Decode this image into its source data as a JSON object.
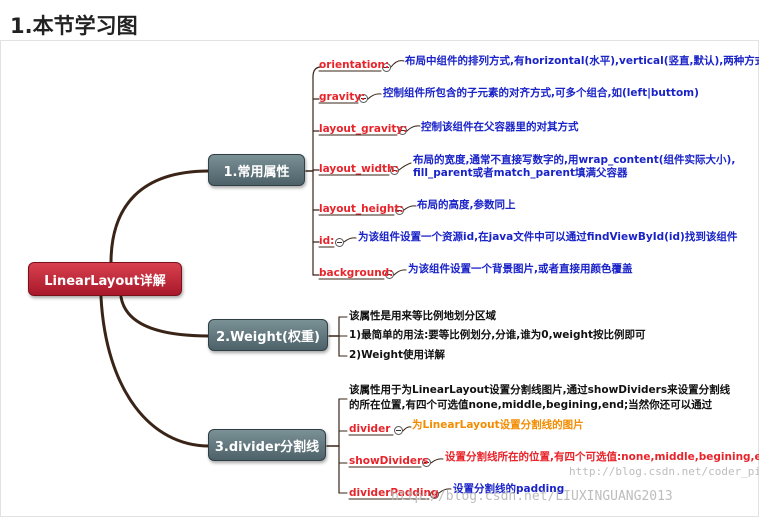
{
  "title": "1.本节学习图",
  "root": "LinearLayout详解",
  "branches": [
    {
      "label": "1.常用属性"
    },
    {
      "label": "2.Weight(权重)"
    },
    {
      "label": "3.divider分割线"
    }
  ],
  "attrs": [
    {
      "key": "orientation:",
      "desc": "布局中组件的排列方式,有horizontal(水平),vertical(竖直,默认),两种方式"
    },
    {
      "key": "gravity:",
      "desc": "控制组件所包含的子元素的对齐方式,可多个组合,如(left|buttom)"
    },
    {
      "key": "layout_gravity:",
      "desc": "控制该组件在父容器里的对其方式"
    },
    {
      "key": "layout_width:",
      "desc": "布局的宽度,通常不直接写数字的,用wrap_content(组件实际大小),",
      "desc2": "fill_parent或者match_parent填满父容器"
    },
    {
      "key": "layout_height:",
      "desc": "布局的高度,参数同上"
    },
    {
      "key": "id:",
      "desc": "为该组件设置一个资源id,在java文件中可以通过findViewById(id)找到该组件"
    },
    {
      "key": "background:",
      "desc": "为该组件设置一个背景图片,或者直接用颜色覆盖"
    }
  ],
  "weight_items": [
    "该属性是用来等比例地划分区域",
    "1)最简单的用法:要等比例划分,分谁,谁为0,weight按比例即可",
    "2)Weight使用详解"
  ],
  "divider_intro": [
    "该属性用于为LinearLayout设置分割线图片,通过showDividers来设置分割线",
    "的所在位置,有四个可选值none,middle,begining,end;当然你还可以通过"
  ],
  "divider_items": [
    {
      "key": "divider",
      "desc": "为LinearLayout设置分割线的图片"
    },
    {
      "key": "showDividers",
      "desc": "设置分割线所在的位置,有四个可选值:none,middle,begining,end"
    },
    {
      "key": "dividerPadding",
      "desc": "设置分割线的padding"
    }
  ],
  "watermark": "http://blog.csdn.net/coder_pig",
  "watermark2": "http://blog.csdn.net/LIUXINGUANG2013",
  "colors": {
    "root": "#c0202f",
    "branch": "#5d7379",
    "key": "#e8242b",
    "desc": "#1a23c8",
    "line": "#3a2418"
  }
}
